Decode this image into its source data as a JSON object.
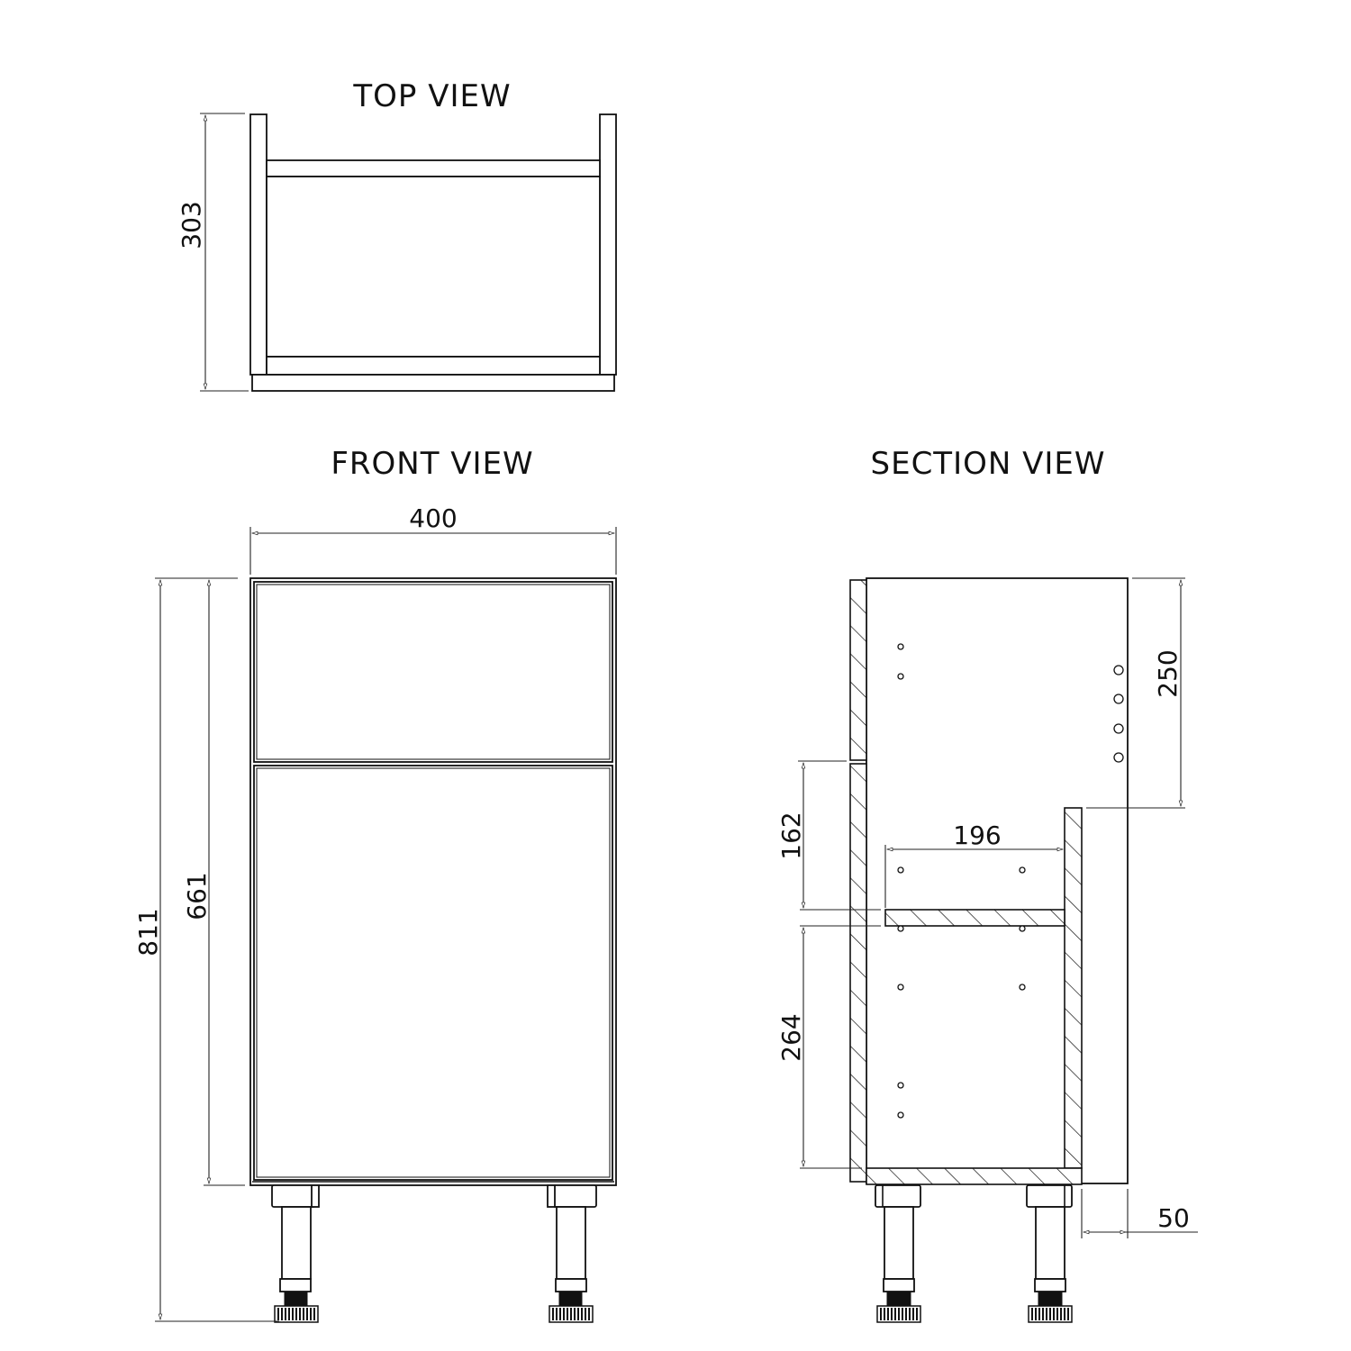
{
  "views": {
    "top": {
      "title": "TOP VIEW",
      "depth_label": "303"
    },
    "front": {
      "title": "FRONT VIEW",
      "width_label": "400",
      "total_height_label": "811",
      "carcass_height_label": "661"
    },
    "section": {
      "title": "SECTION VIEW",
      "top_gap_label": "250",
      "upper_compartment_label": "162",
      "lower_compartment_label": "264",
      "shelf_depth_label": "196",
      "toe_kick_label": "50"
    }
  },
  "colors": {
    "line": "#111111",
    "background": "#ffffff"
  }
}
